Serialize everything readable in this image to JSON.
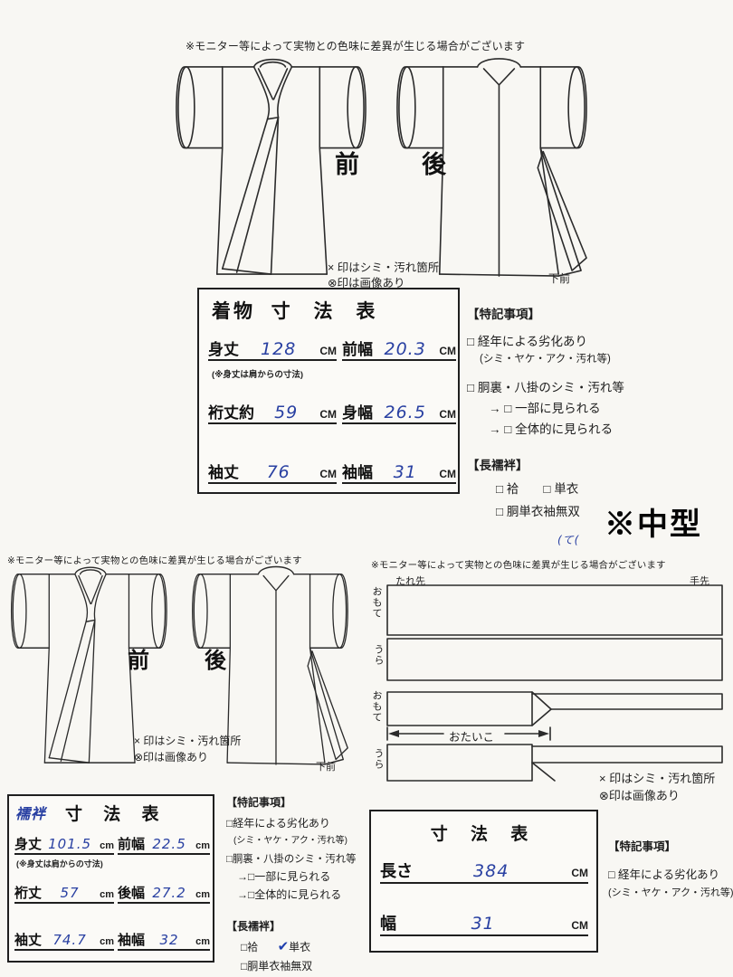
{
  "colors": {
    "paper": "#f8f7f3",
    "ink": "#1c1c1c",
    "handwriting_blue": "#2940a2"
  },
  "kimono_section": {
    "disclaimer": "※モニター等によって実物との色味に差異が生じる場合がございます",
    "diagram": {
      "front_label": "前",
      "back_label": "後",
      "stain_legend": "× 印はシミ・汚れ箇所",
      "image_legend": "⊗印は画像あり",
      "lower_front_label": "下前"
    },
    "table": {
      "name": "着物",
      "title": "寸 法 表",
      "rows": [
        {
          "label": "身丈",
          "value": "128",
          "unit": "CM",
          "note": "(※身丈は肩からの寸法)"
        },
        {
          "label": "前幅",
          "value": "20.3",
          "unit": "CM"
        },
        {
          "label": "裄丈約",
          "value": "59",
          "unit": "CM"
        },
        {
          "label": "身幅",
          "value": "26.5",
          "unit": "CM"
        },
        {
          "label": "袖丈",
          "value": "76",
          "unit": "CM"
        },
        {
          "label": "袖幅",
          "value": "31",
          "unit": "CM"
        }
      ]
    },
    "notes": {
      "heading": "【特記事項】",
      "lines": [
        "□ 経年による劣化あり",
        "(シミ・ヤケ・アク・汚れ等)",
        "□ 胴裏・八掛のシミ・汚れ等",
        "→ □ 一部に見られる",
        "→ □ 全体的に見られる"
      ],
      "nagajuban_heading": "【長襦袢】",
      "option_awase_hitoe": "□ 袷　　□ 単衣",
      "option_dou": "□ 胴単衣袖無双",
      "handwritten_mark": "(て("
    },
    "size_label": "※中型"
  },
  "juban_section": {
    "disclaimer": "※モニター等によって実物との色味に差異が生じる場合がございます",
    "diagram": {
      "front_label": "前",
      "back_label": "後",
      "stain_legend": "× 印はシミ・汚れ箇所",
      "image_legend": "⊗印は画像あり",
      "lower_front_label": "下前"
    },
    "table": {
      "name": "襦袢",
      "title": "寸 法 表",
      "rows": [
        {
          "label": "身丈",
          "value": "101.5",
          "unit": "cm",
          "note": "(※身丈は肩からの寸法)"
        },
        {
          "label": "前幅",
          "value": "22.5",
          "unit": "cm"
        },
        {
          "label": "裄丈",
          "value": "57",
          "unit": "cm"
        },
        {
          "label": "後幅",
          "value": "27.2",
          "unit": "cm"
        },
        {
          "label": "袖丈",
          "value": "74.7",
          "unit": "cm"
        },
        {
          "label": "袖幅",
          "value": "32",
          "unit": "cm"
        }
      ]
    },
    "notes": {
      "heading": "【特記事項】",
      "lines": [
        "□経年による劣化あり",
        "(シミ・ヤケ・アク・汚れ等)",
        "□胴裏・八掛のシミ・汚れ等",
        "→□一部に見られる",
        "→□全体的に見られる"
      ],
      "nagajuban_heading": "【長襦袢】",
      "option_awase": "□袷",
      "check_glyph": "✔",
      "option_hitoe": "単衣",
      "option_dou": "□胴単衣袖無双"
    }
  },
  "obi_section": {
    "disclaimer": "※モニター等によって実物との色味に差異が生じる場合がございます",
    "diagram": {
      "tare_saki_label": "たれ先",
      "te_saki_label": "手先",
      "omote_label_1": "おもて",
      "ura_label_1": "うら",
      "omote_label_2": "おもて",
      "ura_label_2": "うら",
      "otaiko_label": "おたいこ",
      "stain_legend": "× 印はシミ・汚れ箇所",
      "image_legend": "⊗印は画像あり"
    },
    "table": {
      "title": "寸 法 表",
      "rows": [
        {
          "label": "長さ",
          "value": "384",
          "unit": "CM"
        },
        {
          "label": "幅",
          "value": "31",
          "unit": "CM"
        }
      ]
    },
    "notes": {
      "heading": "【特記事項】",
      "lines": [
        "□ 経年による劣化あり",
        "(シミ・ヤケ・アク・汚れ等)"
      ]
    }
  }
}
